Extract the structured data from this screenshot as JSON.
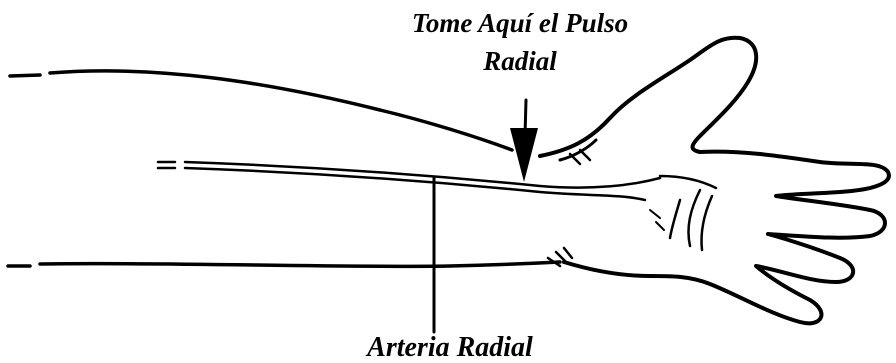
{
  "labels": {
    "take_pulse_line1": "Tome Aquí el Pulso",
    "take_pulse_line2": "Radial",
    "radial_artery": "Arteria Radial"
  },
  "colors": {
    "ink": "#000000",
    "background": "#ffffff"
  }
}
